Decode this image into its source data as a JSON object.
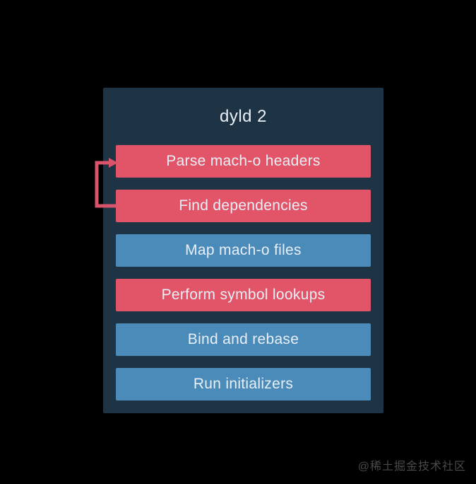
{
  "panel": {
    "title": "dyld 2"
  },
  "steps": [
    {
      "label": "Parse mach-o headers",
      "type": "red"
    },
    {
      "label": "Find dependencies",
      "type": "red"
    },
    {
      "label": "Map mach-o files",
      "type": "blue"
    },
    {
      "label": "Perform symbol lookups",
      "type": "red"
    },
    {
      "label": "Bind and rebase",
      "type": "blue"
    },
    {
      "label": "Run initializers",
      "type": "blue"
    }
  ],
  "colors": {
    "background": "#000000",
    "panel": "#1e3344",
    "red": "#e25568",
    "blue": "#4a8bba",
    "text": "#e9eff6",
    "arrow": "#d9536a",
    "watermark": "#4a4a4a"
  },
  "watermark": {
    "text": "@稀土掘金技术社区"
  }
}
